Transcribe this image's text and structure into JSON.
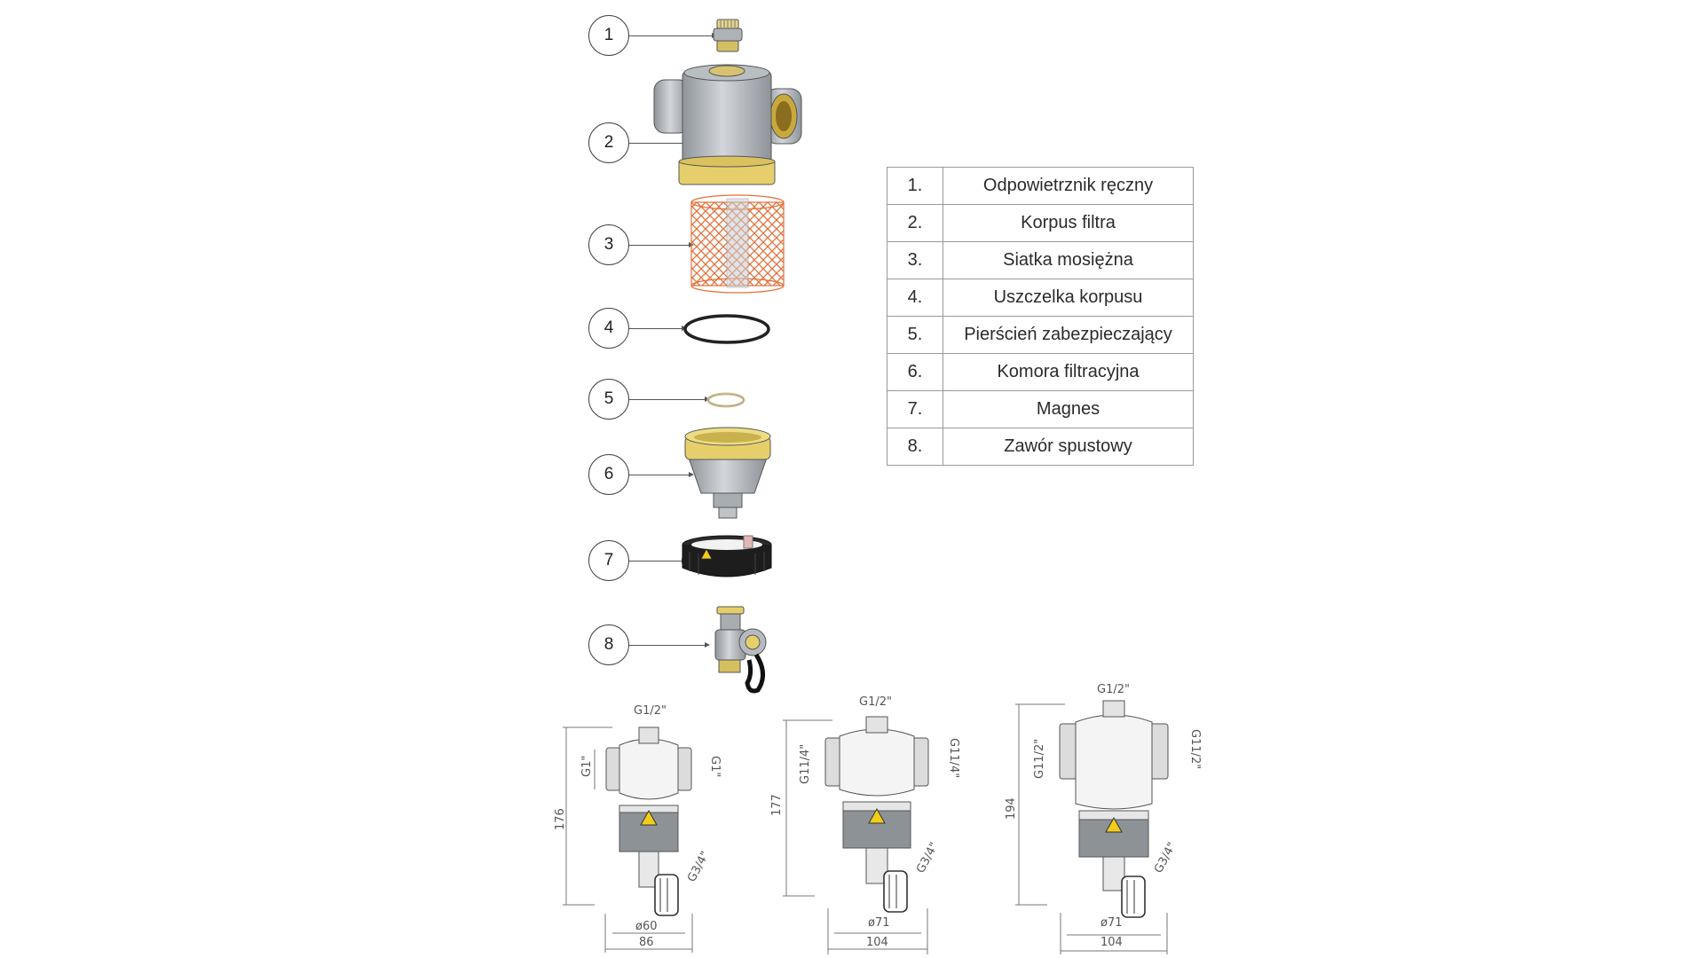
{
  "callouts": [
    "1",
    "2",
    "3",
    "4",
    "5",
    "6",
    "7",
    "8"
  ],
  "parts_table": [
    {
      "num": "1.",
      "name": "Odpowietrznik ręczny"
    },
    {
      "num": "2.",
      "name": "Korpus filtra"
    },
    {
      "num": "3.",
      "name": "Siatka mosiężna"
    },
    {
      "num": "4.",
      "name": "Uszczelka korpusu"
    },
    {
      "num": "5.",
      "name": "Pierścień zabezpieczający"
    },
    {
      "num": "6.",
      "name": "Komora filtracyjna"
    },
    {
      "num": "7.",
      "name": "Magnes"
    },
    {
      "num": "8.",
      "name": "Zawór spustowy"
    }
  ],
  "drawings": [
    {
      "top_thread": "G1/2\"",
      "side_thread": "G1\"",
      "drain_thread": "G3/4\"",
      "height": "176",
      "diameter": "ø60",
      "width": "86"
    },
    {
      "top_thread": "G1/2\"",
      "side_thread": "G11/4\"",
      "drain_thread": "G3/4\"",
      "height": "177",
      "diameter": "ø71",
      "width": "104"
    },
    {
      "top_thread": "G1/2\"",
      "side_thread": "G11/2\"",
      "drain_thread": "G3/4\"",
      "height": "194",
      "diameter": "ø71",
      "width": "104"
    }
  ],
  "colors": {
    "brass": "#e6cf6a",
    "steel": "#b9bdc2",
    "copper_mesh": "#e2703a",
    "outline": "#555555"
  }
}
